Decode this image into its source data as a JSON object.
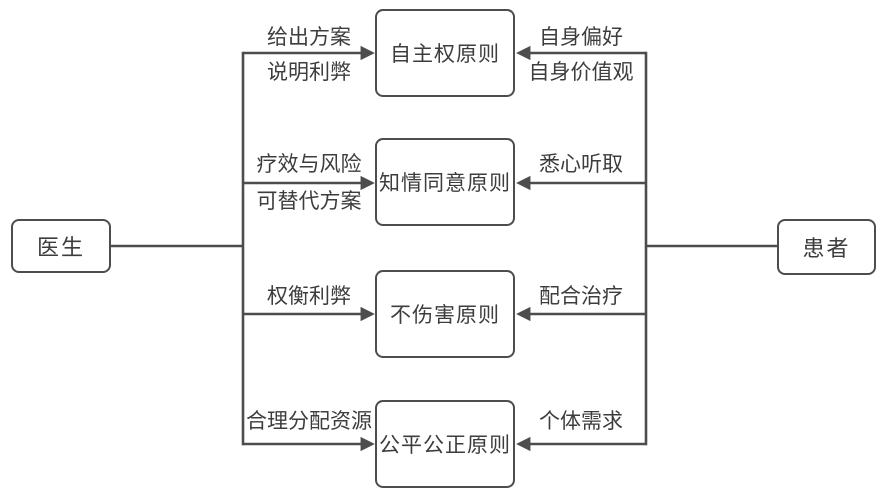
{
  "colors": {
    "line": "#4d4d4d",
    "text": "#3d3d3d",
    "background": "#ffffff"
  },
  "nodes": {
    "doctor": "医生",
    "patient": "患者"
  },
  "principles": [
    {
      "name": "自主权原则",
      "doctor_actions": [
        "给出方案",
        "说明利弊"
      ],
      "patient_actions": [
        "自身偏好",
        "自身价值观"
      ]
    },
    {
      "name": "知情同意原则",
      "doctor_actions": [
        "疗效与风险",
        "可替代方案"
      ],
      "patient_actions": [
        "悉心听取"
      ]
    },
    {
      "name": "不伤害原则",
      "doctor_actions": [
        "权衡利弊"
      ],
      "patient_actions": [
        "配合治疗"
      ]
    },
    {
      "name": "公平公正原则",
      "doctor_actions": [
        "合理分配资源"
      ],
      "patient_actions": [
        "个体需求"
      ]
    }
  ]
}
